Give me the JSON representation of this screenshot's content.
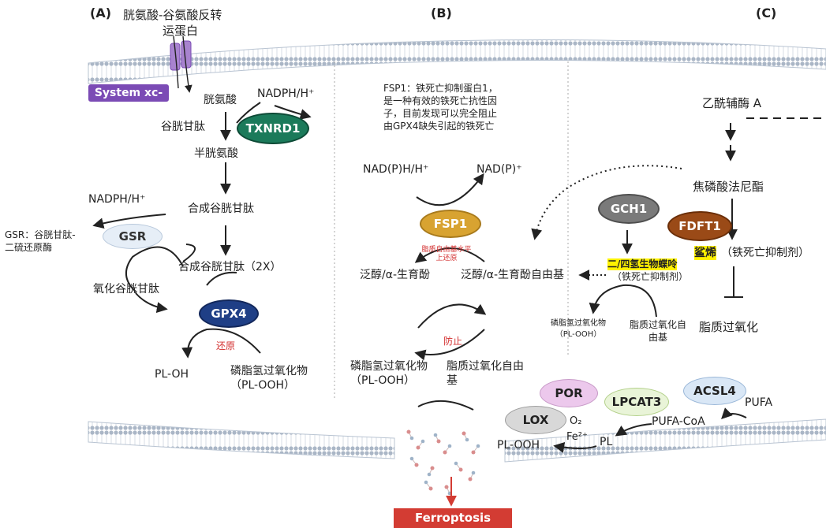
{
  "panels": {
    "a": "(A)",
    "b": "(B)",
    "c": "(C)"
  },
  "colors": {
    "membrane": "#b9c4d2",
    "xc": "#7b4bb5",
    "txnrd1": "#1b7a5a",
    "gpx4": "#1f3f86",
    "fsp1": "#d8a331",
    "gch1": "#7a7a7a",
    "fdft1": "#9a4a17",
    "ferroptosis": "#d33c33",
    "por": "#ecc8ec",
    "lox": "#d8d8d8",
    "lpcat3": "#e9f4d8",
    "acsl4": "#d9e7f6",
    "gsr": "#e6eef7"
  },
  "icons": [
    "transporter-icon",
    "lipid-debris-icon",
    "arrow-down-icon"
  ],
  "panel_a": {
    "transporter_title": "胱氨酸-谷氨酸反转",
    "transporter_title2": "运蛋白",
    "system_xc": "System xc-",
    "cystine": "胱氨酸",
    "nadph": "NADPH/H⁺",
    "txnrd1": "TXNRD1",
    "glutathione_pep": "谷胱甘肽",
    "cysteine": "半胱氨酸",
    "nadph2": "NADPH/H⁺",
    "gsh": "合成谷胱甘肽",
    "gsr": "GSR",
    "gsr_note": "GSR：谷胱甘肽-二硫还原酶",
    "gsh2x": "合成谷胱甘肽（2X）",
    "gssg": "氧化谷胱甘肽",
    "gpx4": "GPX4",
    "reduce": "还原",
    "pl_oh": "PL-OH",
    "pl_ooh": "磷脂氢过氧化物（PL-OOH）"
  },
  "panel_b": {
    "fsp1_note": "FSP1：铁死亡抑制蛋白1，是一种有效的铁死亡抗性因子，目前发现可以完全阻止由GPX4缺失引起的铁死亡",
    "nadph": "NAD(P)H/H⁺",
    "nadp": "NAD(P)⁺",
    "fsp1": "FSP1",
    "radical_note": "脂质自由基水平上还原",
    "coq": "泛醇/α-生育酚",
    "coq_radical": "泛醇/α-生育酚自由基",
    "prevent": "防止",
    "pl_ooh": "磷脂氢过氧化物（PL-OOH）",
    "lipid_radical": "脂质过氧化自由基"
  },
  "panel_c": {
    "acetyl_coa": "乙酰辅酶 A",
    "fpp": "焦磷酸法尼酯",
    "gch1": "GCH1",
    "fdft1": "FDFT1",
    "bh4": "二/四氢生物蝶呤",
    "bh4_note": "（铁死亡抑制剂）",
    "squalene": "鲨烯",
    "squalene_note": "（铁死亡抑制剂）",
    "pl_ooh": "磷脂氢过氧化物（PL-OOH）",
    "lipid_radical": "脂质过氧化自由基",
    "lipid_perox": "脂质过氧化"
  },
  "bottom": {
    "por": "POR",
    "lpcat3": "LPCAT3",
    "acsl4": "ACSL4",
    "pufa": "PUFA",
    "lox": "LOX",
    "o2": "O₂",
    "fe": "Fe²⁺",
    "pufa_coa": "PUFA-CoA",
    "pl_ooh": "PL-OOH",
    "pl": "PL",
    "ferroptosis": "Ferroptosis"
  }
}
